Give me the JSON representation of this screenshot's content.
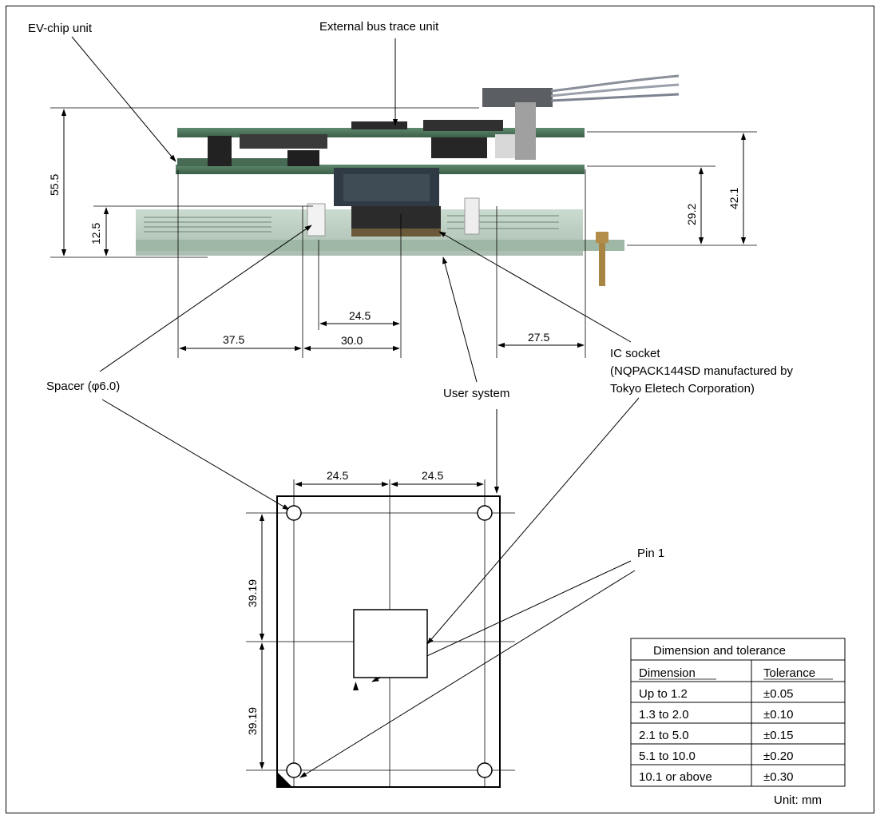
{
  "labels": {
    "ev_chip_unit": "EV-chip unit",
    "external_bus_trace_unit": "External bus trace unit",
    "spacer": "Spacer (φ6.0)",
    "user_system": "User system",
    "ic_socket_line1": "IC socket",
    "ic_socket_line2": "(NQPACK144SD manufactured by",
    "ic_socket_line3": "Tokyo Eletech Corporation)",
    "pin1": "Pin 1"
  },
  "dimensions": {
    "height_total": "55.5",
    "height_spacer": "12.5",
    "height_trace": "42.1",
    "height_ev": "29.2",
    "side_left": "37.5",
    "side_center_upper": "24.5",
    "side_center_lower": "30.0",
    "side_right": "27.5",
    "top_left": "24.5",
    "top_right": "24.5",
    "top_vert_upper": "39.19",
    "top_vert_lower": "39.19"
  },
  "tolerance_table": {
    "title": "Dimension and tolerance",
    "headers": [
      "Dimension",
      "Tolerance"
    ],
    "rows": [
      [
        "Up to 1.2",
        "±0.05"
      ],
      [
        "1.3 to 2.0",
        "±0.10"
      ],
      [
        "2.1 to 5.0",
        "±0.15"
      ],
      [
        "5.1 to 10.0",
        "±0.20"
      ],
      [
        "10.1 or above",
        "±0.30"
      ]
    ],
    "unit": "Unit:  mm"
  }
}
